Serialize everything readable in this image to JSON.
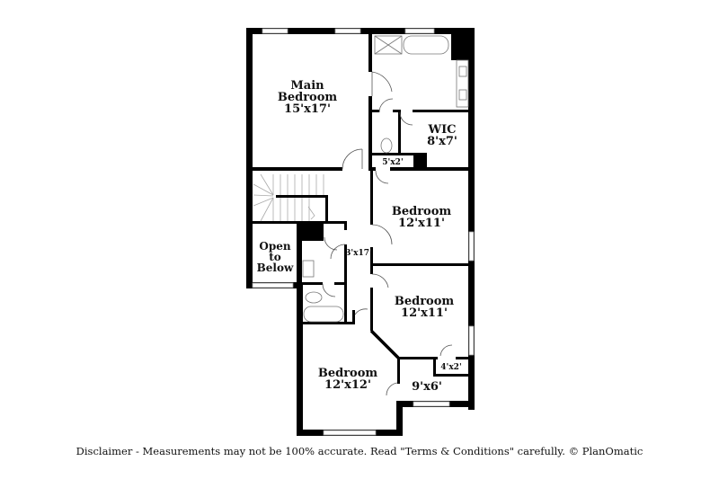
{
  "floorplan": {
    "rooms": [
      {
        "id": "main-bedroom",
        "name_lines": [
          "Main",
          "Bedroom"
        ],
        "size": "15'x17'"
      },
      {
        "id": "wic",
        "name_lines": [
          "WIC"
        ],
        "size": "8'x7'"
      },
      {
        "id": "closet-5x2",
        "name_lines": [],
        "size": "5'x2'"
      },
      {
        "id": "bedroom-2",
        "name_lines": [
          "Bedroom"
        ],
        "size": "12'x11'"
      },
      {
        "id": "hallway",
        "name_lines": [],
        "size": "3'x17'"
      },
      {
        "id": "open-to-below",
        "name_lines": [
          "Open",
          "to",
          "Below"
        ],
        "size": ""
      },
      {
        "id": "bedroom-3",
        "name_lines": [
          "Bedroom"
        ],
        "size": "12'x11'"
      },
      {
        "id": "closet-4x2",
        "name_lines": [],
        "size": "4'x2'"
      },
      {
        "id": "room-9x6",
        "name_lines": [],
        "size": "9'x6'"
      },
      {
        "id": "bedroom-4",
        "name_lines": [
          "Bedroom"
        ],
        "size": "12'x12'"
      }
    ],
    "labels": {
      "main_bedroom_l1": "Main",
      "main_bedroom_l2": "Bedroom",
      "main_bedroom_size": "15'x17'",
      "wic_l1": "WIC",
      "wic_size": "8'x7'",
      "closet_5x2": "5'x2'",
      "bedroom2_l1": "Bedroom",
      "bedroom2_size": "12'x11'",
      "hallway_size": "3'x17'",
      "open_l1": "Open",
      "open_l2": "to",
      "open_l3": "Below",
      "bedroom3_l1": "Bedroom",
      "bedroom3_size": "12'x11'",
      "closet_4x2": "4'x2'",
      "room_9x6": "9'x6'",
      "bedroom4_l1": "Bedroom",
      "bedroom4_size": "12'x12'"
    }
  },
  "footer": {
    "disclaimer": "Disclaimer - Measurements may not be 100% accurate. Read \"Terms & Conditions\" carefully. © PlanOmatic"
  }
}
